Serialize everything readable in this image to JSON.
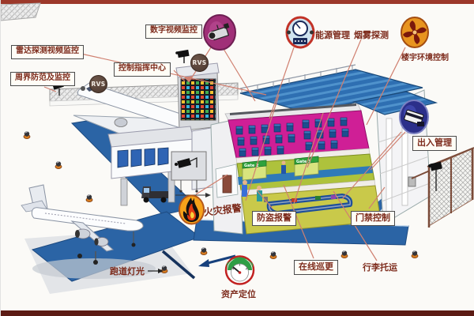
{
  "labels": {
    "digital_video": "数字视频监控",
    "radar_video": "雷达探测视频监控",
    "perimeter": "周界防范及监控",
    "control_center": "控制指挥中心",
    "energy": "能源管理",
    "smoke": "烟雾探测",
    "building_env": "楼宇环境控制",
    "access": "出入管理",
    "fire_alarm": "火灾报警",
    "burglar_alarm": "防盗报警",
    "door_control": "门禁控制",
    "online_patrol": "在线巡更",
    "baggage": "行李托运",
    "asset": "资产定位",
    "runway_light": "跑道灯光",
    "rvs": "RVS"
  },
  "gates": {
    "left": "Gate 2",
    "right": "Gate 3"
  },
  "colors": {
    "runway_blue": "#2b64a5",
    "deck_blue": "#2e6fb2",
    "floor_magenta": "#cf1f96",
    "floor_lime": "#aec23c",
    "floor_olive": "#c9c94a",
    "label_text": "#7d2b1c",
    "leader_line": "#d08070",
    "top_bar": "#9c382a",
    "bottom_bar": "#5c1b14"
  },
  "icons": [
    {
      "name": "cctv-camera-icon",
      "color": "#a03078"
    },
    {
      "name": "energy-gauge-icon",
      "color": "#c23227"
    },
    {
      "name": "fan-icon",
      "color": "#e8941f"
    },
    {
      "name": "access-card-icon",
      "color": "#2b2f8a"
    },
    {
      "name": "flame-icon",
      "color": "#f6a21a"
    },
    {
      "name": "asset-gauge-icon",
      "color": "#2f9e45"
    },
    {
      "name": "rvs-badge",
      "color": "#5a453c"
    },
    {
      "name": "runway-light-icon",
      "color": "#e07b1a"
    }
  ]
}
